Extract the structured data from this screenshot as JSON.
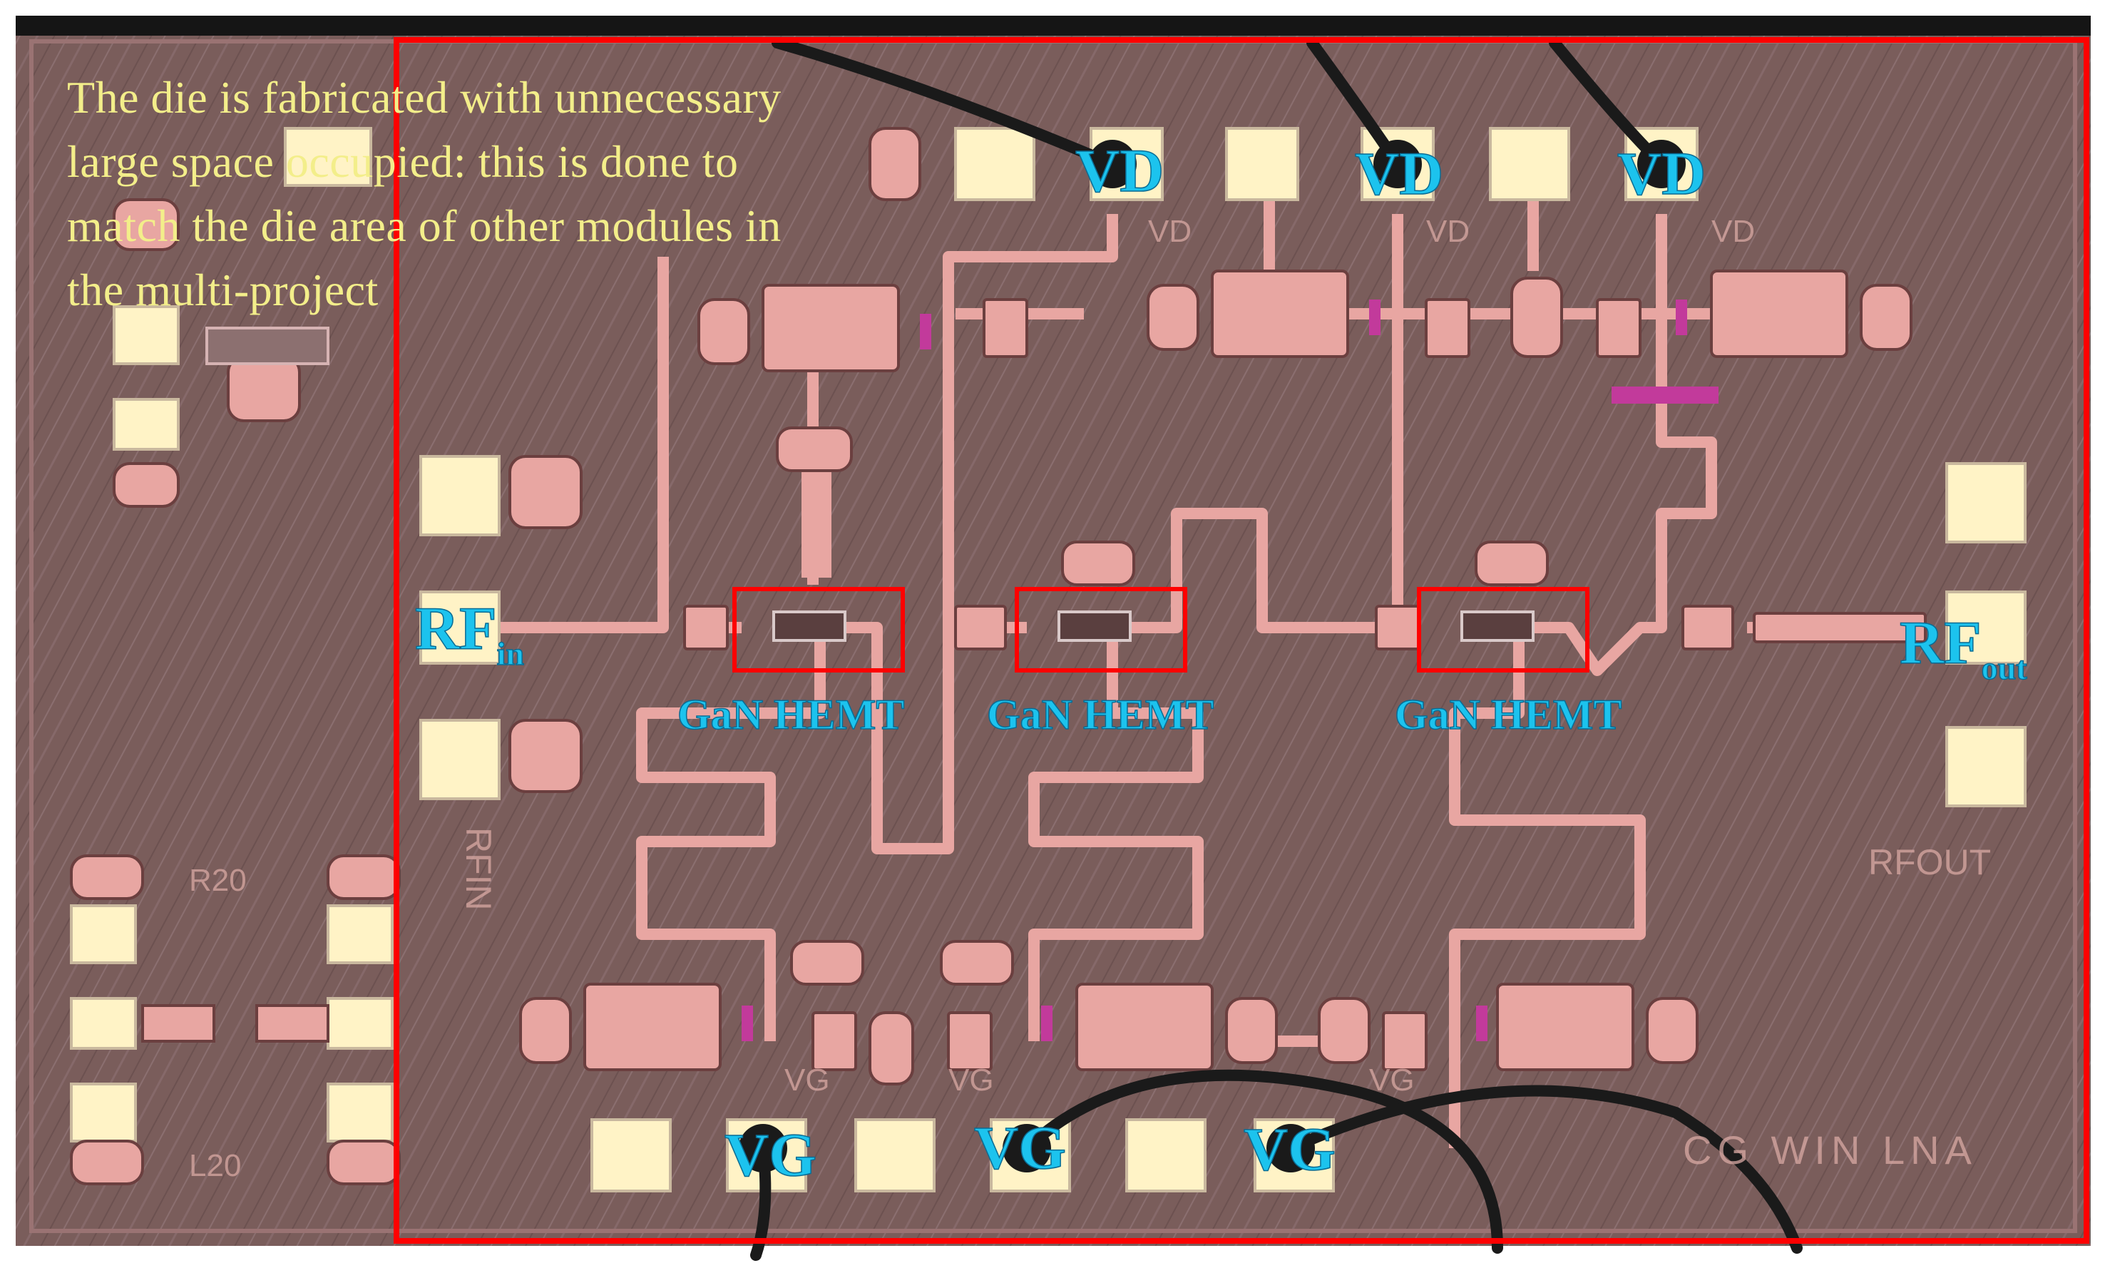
{
  "note": {
    "lines": [
      "The die is fabricated  with unnecessary",
      "large space occupied: this is done to",
      "match the die area of other modules in",
      "the multi-project"
    ]
  },
  "labels": {
    "vd": "VD",
    "vg": "VG",
    "rf_in_main": "RF",
    "rf_in_sub": "in",
    "rf_out_main": "RF",
    "rf_out_sub": "out",
    "hemt": "GaN HEMT"
  },
  "die_marks": {
    "vd": "VD",
    "vg": "VG",
    "rfin": "RFIN",
    "rfout": "RFOUT",
    "r20": "R20",
    "l20": "L20",
    "stamp": "CG WIN LNA"
  },
  "colors": {
    "die": "#7a5d5b",
    "metal": "#e8a6a2",
    "pad": "#fff3c6",
    "wire": "#1a1a1a",
    "highlight": "#ff0000",
    "label": "#1cc3ee",
    "note": "#f3ee8a",
    "resistor": "#c23a9b"
  }
}
